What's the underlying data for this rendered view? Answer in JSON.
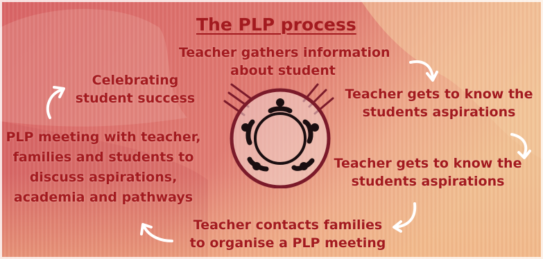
{
  "title": "The PLP process",
  "steps": [
    "Teacher gathers information about student",
    "Teacher gets to know the students aspirations",
    "Teacher gets to know the students aspirations",
    "Teacher contacts families to organise a PLP meeting",
    "PLP meeting with teacher, families  and students to discuss aspirations, academia and pathways",
    "Celebrating student success"
  ],
  "lines": {
    "step1": [
      "Teacher gathers information",
      "about student"
    ],
    "step2": [
      "Teacher gets to know the",
      "students aspirations"
    ],
    "step3": [
      "Teacher gets to know the",
      "students aspirations"
    ],
    "step4": [
      "Teacher contacts families",
      "to organise a PLP meeting"
    ],
    "step5": [
      "PLP meeting with teacher,",
      "families  and students to",
      "discuss aspirations,",
      "academia and pathways"
    ],
    "step6": [
      "Celebrating",
      "student success"
    ]
  },
  "colors": {
    "text": "#a31a1f",
    "arrow": "#ffffff",
    "emblem_ring": "#7b1a2a",
    "emblem_fill": "#f3d8d4",
    "background_red": "#d9686a",
    "background_peach": "#f2c79a"
  },
  "icons": [
    "curved-arrow-icon",
    "circle-of-people-icon"
  ]
}
